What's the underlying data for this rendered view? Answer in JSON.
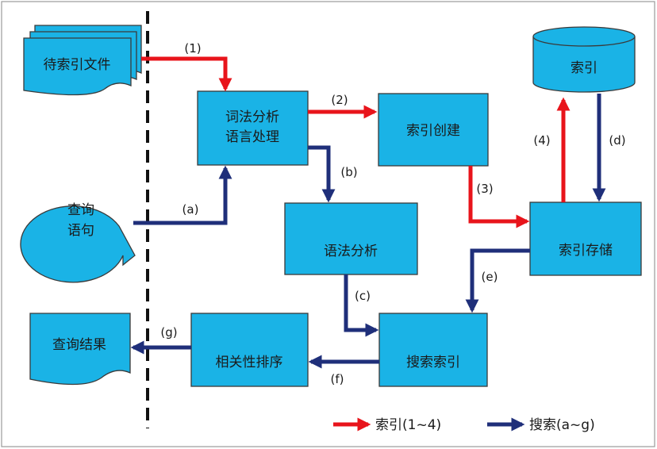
{
  "nodes": {
    "docs": "待索引文件",
    "lexer_line1": "词法分析",
    "lexer_line2": "语言处理",
    "index_create": "索引创建",
    "index_store": "索引",
    "query_line1": "查询",
    "query_line2": "语句",
    "grammar": "语法分析",
    "storage": "索引存储",
    "search": "搜索索引",
    "ranking": "相关性排序",
    "results": "查询结果"
  },
  "edges": {
    "e1": "(1)",
    "e2": "(2)",
    "e3": "(3)",
    "e4": "(4)",
    "ea": "(a)",
    "eb": "(b)",
    "ec": "(c)",
    "ed": "(d)",
    "ee": "(e)",
    "ef": "(f)",
    "eg": "(g)"
  },
  "legend": {
    "index": "索引(1~4)",
    "search": "搜索(a~g)"
  },
  "colors": {
    "box_fill": "#1ab3e6",
    "index_path": "#e8141b",
    "search_path": "#1f2f7a"
  }
}
